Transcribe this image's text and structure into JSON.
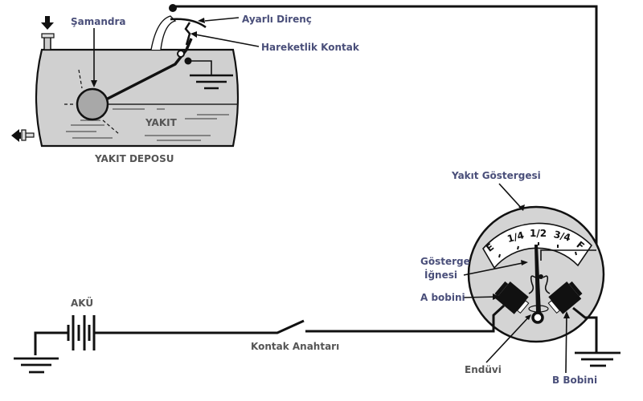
{
  "labels": {
    "samandra": "Şamandra",
    "ayarli_direnc": "Ayarlı Direnç",
    "hareketli_kontak": "Hareketlik Kontak",
    "yakit": "YAKIT",
    "yakit_deposu": "YAKIT DEPOSU",
    "yakit_gostergesi": "Yakıt Göstergesi",
    "gosterge_ignesi_line1": "Gösterge",
    "gosterge_ignesi_line2": "İğnesi",
    "a_bobini": "A bobini",
    "b_bobini": "B Bobini",
    "enduvi": "Endüvi",
    "aku": "AKÜ",
    "kontak_anahtari": "Kontak Anahtarı"
  },
  "gauge": {
    "scale": [
      "E",
      "1/4",
      "1/2",
      "3/4",
      "F"
    ],
    "needle_position": "1/2"
  },
  "colors": {
    "tank_fill": "#d0d0d0",
    "gauge_fill": "#d4d4d4",
    "float_fill": "#a8a8a8",
    "label_blue": "#4a4f7a",
    "label_gray": "#555555",
    "wire": "#111111"
  }
}
